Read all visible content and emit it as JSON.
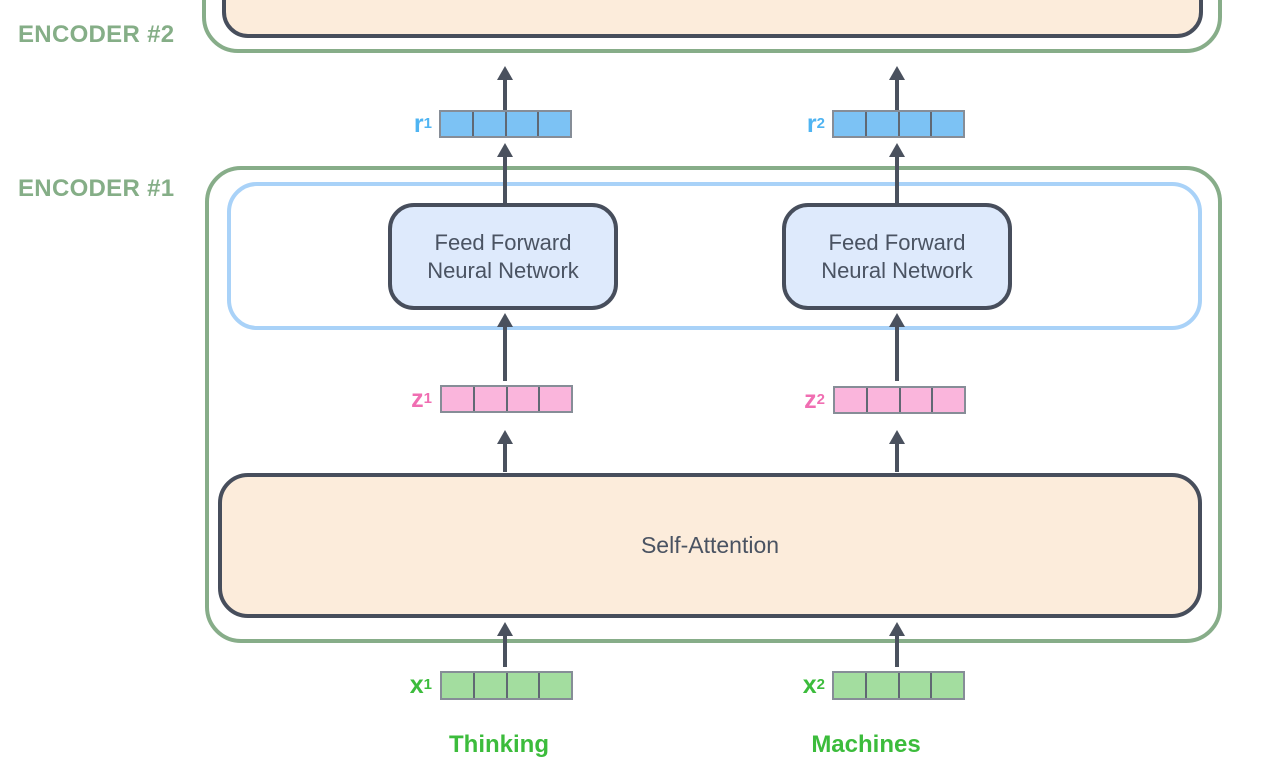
{
  "labels": {
    "encoder2": "ENCODER #2",
    "encoder1": "ENCODER #1"
  },
  "boxes": {
    "self-attention": "Self-Attention",
    "ffnn-line1": "Feed Forward",
    "ffnn-line2": "Neural Network"
  },
  "vector": {
    "cells": 4
  },
  "columns": [
    {
      "word": "Thinking",
      "x": {
        "base": "x",
        "sub": "1"
      },
      "z": {
        "base": "z",
        "sub": "1"
      },
      "r": {
        "base": "r",
        "sub": "1"
      }
    },
    {
      "word": "Machines",
      "x": {
        "base": "x",
        "sub": "2"
      },
      "z": {
        "base": "z",
        "sub": "2"
      },
      "r": {
        "base": "r",
        "sub": "2"
      }
    }
  ],
  "colors": {
    "green-border": "#87ad89",
    "encoder-label": "#85ae87",
    "dark-border": "#474e5c",
    "peach-fill": "#fcecdb",
    "blue-border": "#a9d2f8",
    "ffnn-fill": "#deeafc",
    "box-text": "#4a5362",
    "arrow": "#4a515e",
    "r-label": "#4fb4f2",
    "r-cell": "#7cc2f4",
    "z-label": "#f06eb2",
    "z-cell": "#fab5dc",
    "x-label": "#3cbc3c",
    "x-cell": "#a3dd9f",
    "cell-border": "#868d97",
    "cell-divider": "#606873"
  }
}
